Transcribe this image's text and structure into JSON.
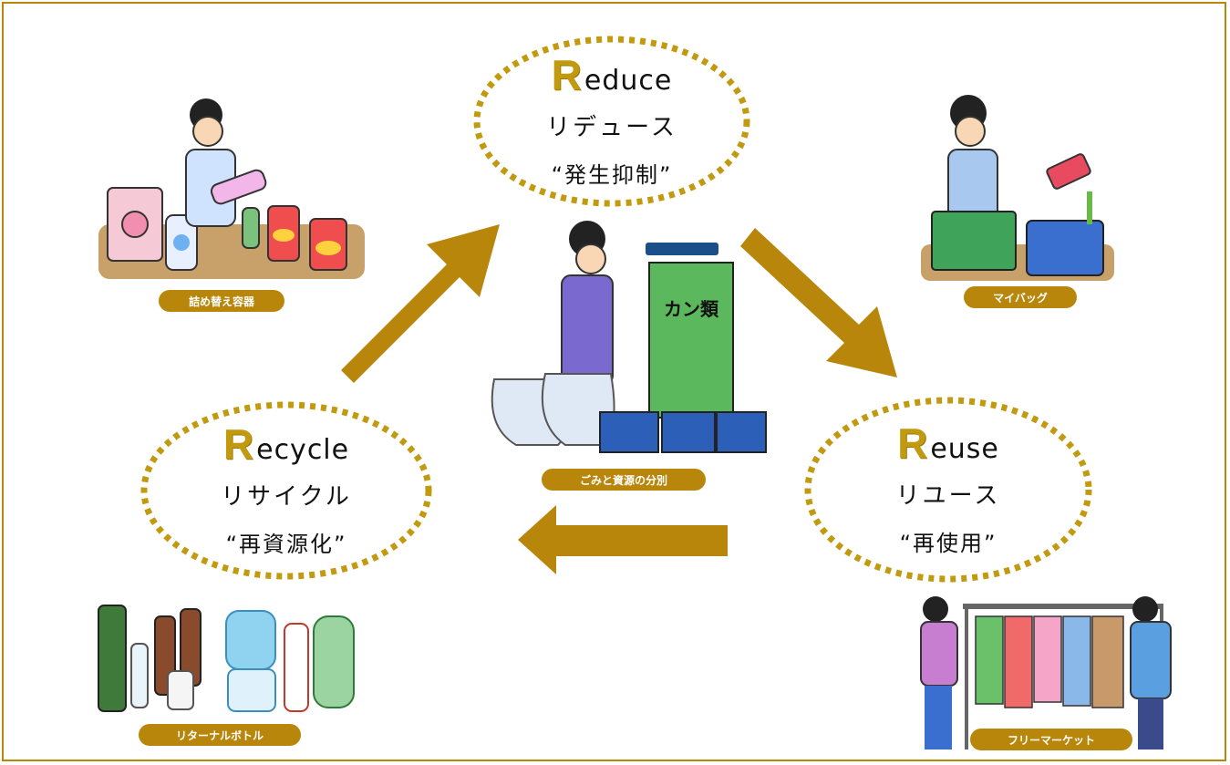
{
  "reduce": {
    "capital": "R",
    "rest": "educe",
    "katakana": "リデュース",
    "meaning": "“発生抑制”"
  },
  "reuse": {
    "capital": "R",
    "rest": "euse",
    "katakana": "リユース",
    "meaning": "“再使用”"
  },
  "recycle": {
    "capital": "R",
    "rest": "ecycle",
    "katakana": "リサイクル",
    "meaning": "“再資源化”"
  },
  "labels": {
    "refill": "詰め替え容器",
    "mybag": "マイバッグ",
    "sorting": "ごみと資源の分別",
    "returnable": "リターナルボトル",
    "fleamarket": "フリーマーケット",
    "can_box": "カン類"
  },
  "colors": {
    "accent": "#b8860b",
    "dots": "#c29a10"
  }
}
